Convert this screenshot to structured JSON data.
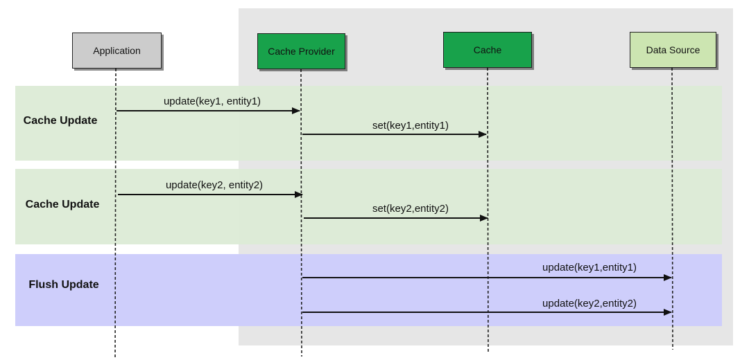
{
  "participants": {
    "application": "Application",
    "cache_provider": "Cache Provider",
    "cache": "Cache",
    "data_source": "Data Source"
  },
  "bands": {
    "cache_update_1": "Cache Update",
    "cache_update_2": "Cache Update",
    "flush_update": "Flush Update"
  },
  "messages": {
    "m1": "update(key1, entity1)",
    "m2": "set(key1,entity1)",
    "m3": "update(key2, entity2)",
    "m4": "set(key2,entity2)",
    "m5": "update(key1,entity1)",
    "m6": "update(key2,entity2)"
  },
  "colors": {
    "system_boundary": "#e6e6e6",
    "cache_band": "#dcebd6",
    "flush_band": "#ccccfb",
    "participant_app": "#cccccc",
    "participant_cache": "#18a24b",
    "participant_data_source": "#cce5b1"
  }
}
